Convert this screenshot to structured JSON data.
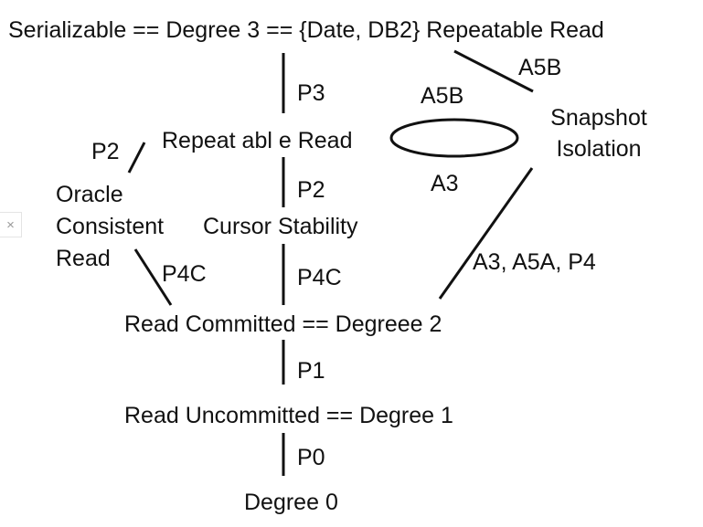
{
  "nodes": {
    "serializable": "Serializable == Degree 3 == {Date, DB2} Repeatable Read",
    "repeatable_read": "Repeat abl e Read",
    "snapshot_isolation_line1": "Snapshot",
    "snapshot_isolation_line2": "Isolation",
    "oracle_line1": "Oracle",
    "oracle_line2": "Consistent",
    "oracle_line3": "Read",
    "cursor_stability": "Cursor Stability",
    "read_committed": "Read Committed == Degreee 2",
    "read_uncommitted": "Read Uncommitted == Degree 1",
    "degree_zero": "Degree 0"
  },
  "edge_labels": {
    "p3": "P3",
    "a5b_top": "A5B",
    "a5b_loop": "A5B",
    "a3_loop": "A3",
    "p2_left": "P2",
    "p2_center": "P2",
    "p4c_left": "P4C",
    "p4c_center": "P4C",
    "a3_a5a_p4": "A3, A5A, P4",
    "p1": "P1",
    "p0": "P0"
  },
  "close_glyph": "×",
  "colors": {
    "text": "#111111",
    "lines": "#111111"
  }
}
